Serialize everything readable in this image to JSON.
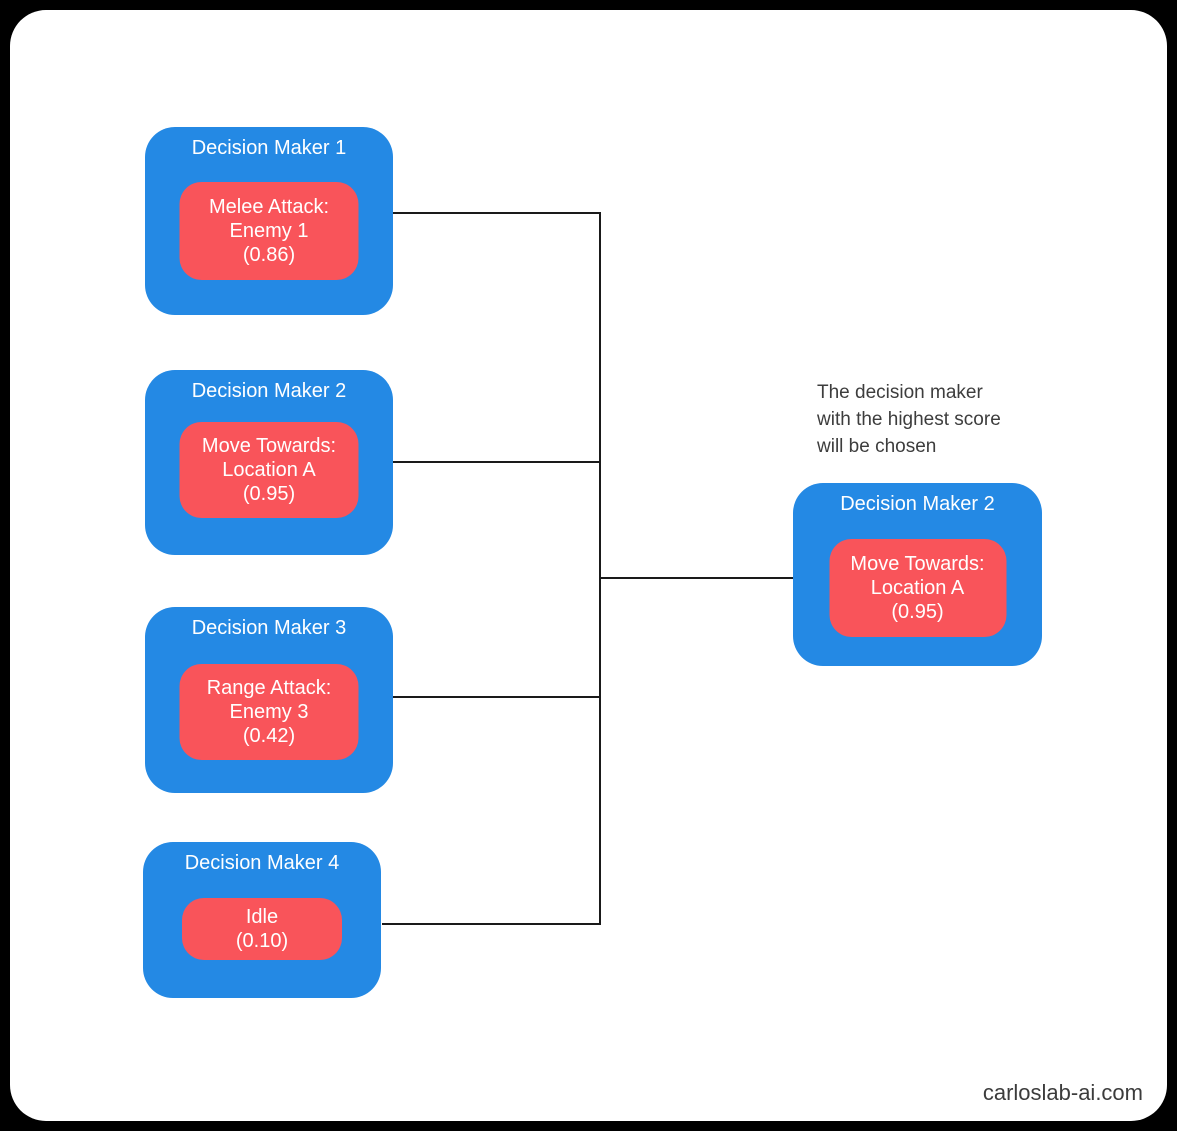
{
  "colors": {
    "page_bg": "#000000",
    "canvas_bg": "#ffffff",
    "card": "#2489e4",
    "action": "#f9545a",
    "line": "#1a1a1a",
    "card_text": "#ffffff",
    "annotation_text": "#3d3d3d",
    "watermark_text": "#3c3c3c"
  },
  "diagram": {
    "makers": [
      {
        "title": "Decision Maker 1",
        "action": "Melee Attack:\nEnemy 1\n(0.86)"
      },
      {
        "title": "Decision Maker 2",
        "action": "Move Towards:\nLocation A\n(0.95)"
      },
      {
        "title": "Decision Maker 3",
        "action": "Range Attack:\nEnemy 3\n(0.42)"
      },
      {
        "title": "Decision Maker 4",
        "action": "Idle\n(0.10)"
      }
    ],
    "result": {
      "title": "Decision Maker 2",
      "action": "Move Towards:\nLocation A\n(0.95)"
    },
    "annotation": "The decision maker\nwith the highest score\nwill be chosen",
    "watermark": "carloslab-ai.com"
  }
}
